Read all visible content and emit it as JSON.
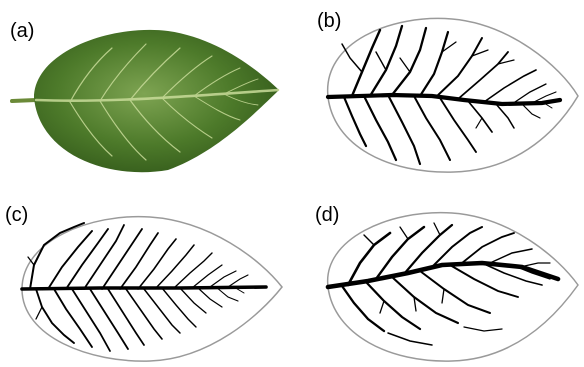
{
  "figure": {
    "panels": [
      {
        "id": "a",
        "label": "(a)",
        "content": "leaf-photograph"
      },
      {
        "id": "b",
        "label": "(b)",
        "content": "vein-network"
      },
      {
        "id": "c",
        "label": "(c)",
        "content": "vein-network"
      },
      {
        "id": "d",
        "label": "(d)",
        "content": "vein-network"
      }
    ]
  },
  "colors": {
    "background": "#ffffff",
    "outline": "#9a9a9a",
    "veins": "#000000",
    "leaf_dark": "#2f5518",
    "leaf_mid": "#4d7a2a",
    "leaf_light": "#7ea452",
    "midrib": "#d9e7b0"
  }
}
